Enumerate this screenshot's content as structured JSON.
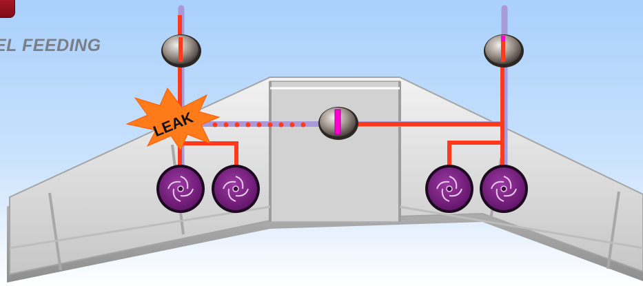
{
  "panel": {
    "title": "EL FEEDING"
  },
  "diagram": {
    "leak_label": "LEAK",
    "pump_count": 4,
    "valve_count": 3,
    "colors": {
      "fuel_line": "#ff3a1c",
      "idle_line": "#a89ad8",
      "pump": "#7e1d86",
      "leak_burst": "#ff7b1a",
      "valve_open": "#ff00cc",
      "background_top": "#a9d0fb"
    }
  }
}
